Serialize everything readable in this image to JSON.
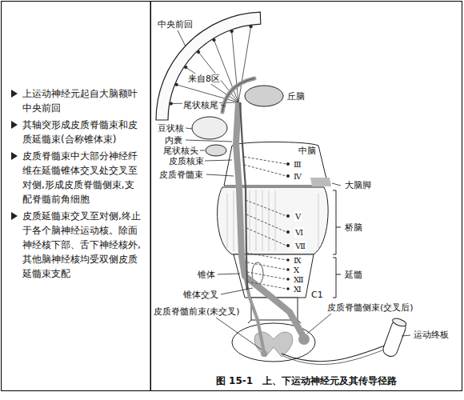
{
  "diagram": {
    "caption": "图 15-1　上、下运动神经元及其传导径路",
    "nodes": [
      {
        "text": [
          "上运动神经元起自大脑额叶中央前回",
          "其轴突形成皮质脊髓束和皮质延髓束(合称锥体束)",
          "皮质脊髓束中大部分神经纤维在延髓锥体交叉处交叉至对侧,形成皮质脊髓侧束,支配脊髓前角细胞",
          "皮质延髓束交叉至对侧,终止于各个脑神经运动核。除面神经核下部、舌下神经核外,其他脑神经核均受双侧皮质延髓束支配"
        ]
      }
    ],
    "labels": [
      "中央前回",
      "来自8区",
      "尾状核尾",
      "丘脑",
      "豆状核",
      "内囊",
      "尾状核头",
      "皮质核束",
      "中脑",
      "皮质脊髓束",
      "Ⅲ",
      "Ⅳ",
      "大脑脚",
      "Ⅴ",
      "Ⅵ",
      "Ⅶ",
      "桥脑",
      "Ⅸ",
      "Ⅹ",
      "Ⅻ",
      "Ⅺ",
      "延髓",
      "锥体",
      "C1",
      "锥体交叉",
      "皮质脊髓前束(未交叉)",
      "皮质脊髓侧束(交叉后)",
      "运动终板"
    ]
  }
}
